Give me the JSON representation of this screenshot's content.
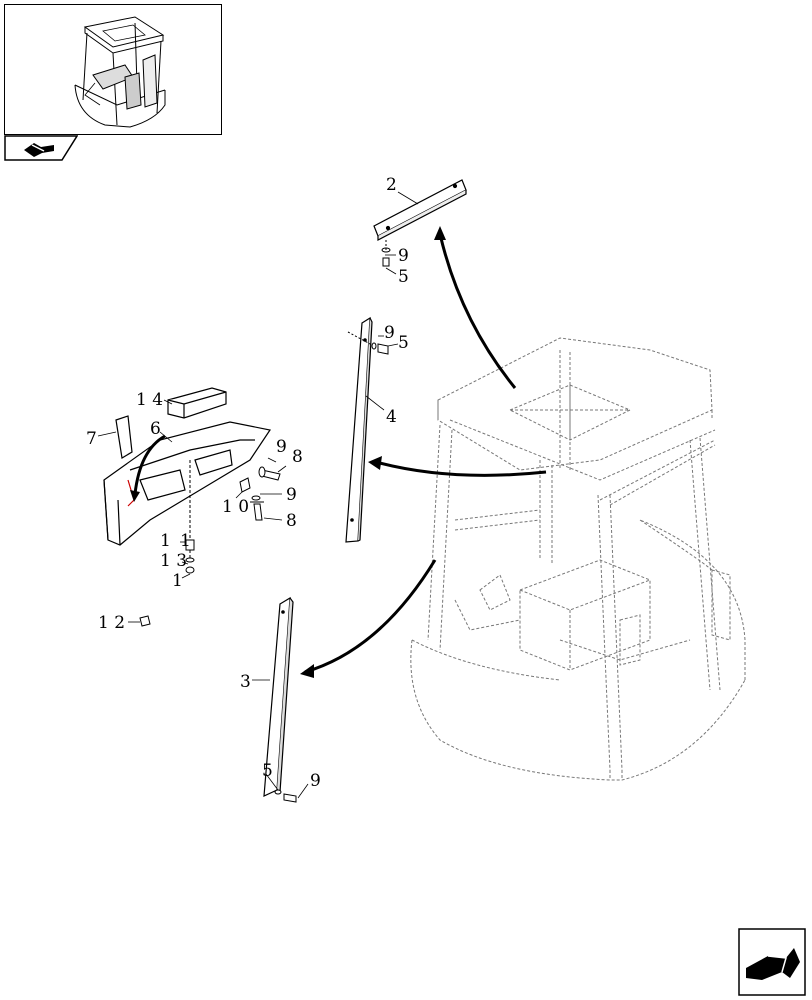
{
  "callouts": {
    "c2": "2",
    "c9a": "9",
    "c5a": "5",
    "c9b": "9",
    "c5b": "5",
    "c4": "4",
    "c14": "1 4",
    "c6": "6",
    "c7": "7",
    "c9c": "9",
    "c8a": "8",
    "c9d": "9",
    "c10": "1 0",
    "c8b": "8",
    "c11a": "1",
    "c11b": "1",
    "c13": "1 3",
    "c11c": "1",
    "c12": "1 2",
    "c3": "3",
    "c5c": "5",
    "c9e": "9"
  },
  "icons": {
    "prev": "previous-page-arrow-icon",
    "next": "next-page-arrow-icon",
    "thumb": "cab-thumbnail"
  }
}
